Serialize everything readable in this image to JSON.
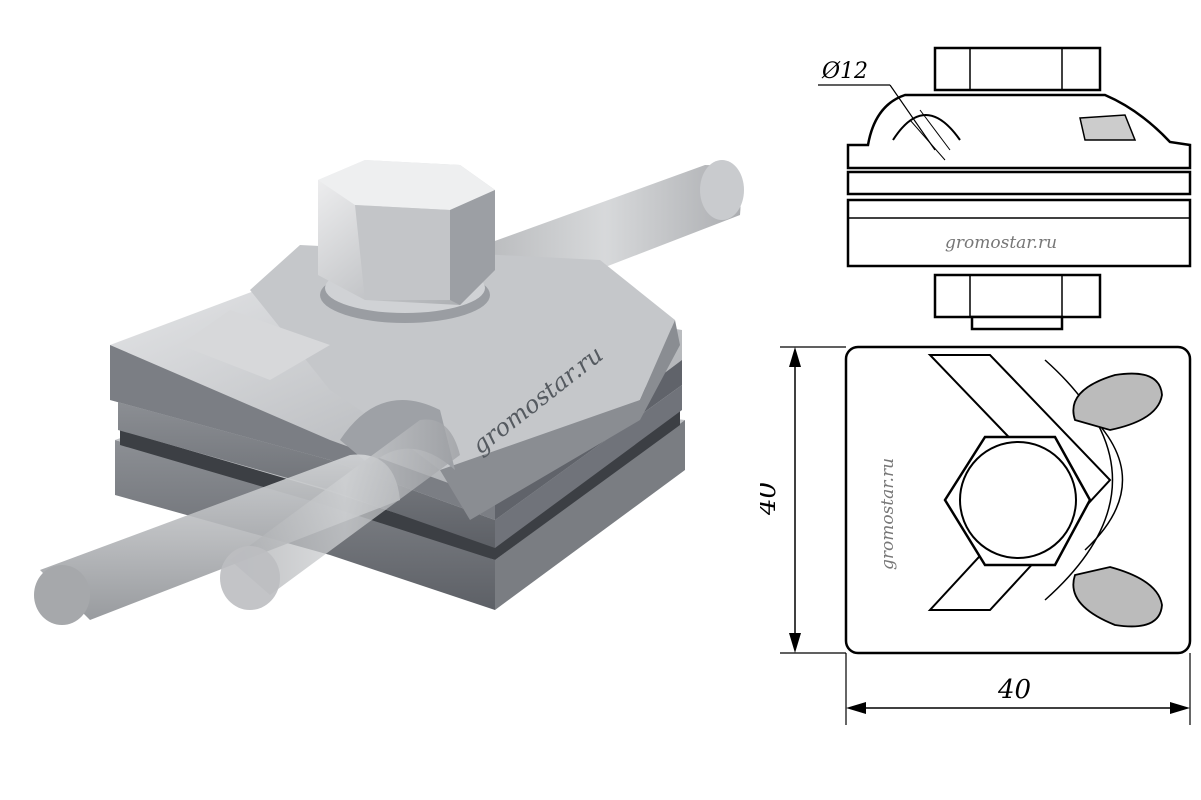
{
  "watermark": "gromostar.ru",
  "dimensions": {
    "diameter": "Ø12",
    "height": "40",
    "width": "40"
  },
  "colors": {
    "metal_light": "#d9dadc",
    "metal_mid": "#a9abaf",
    "metal_dark": "#5d6066",
    "rod": "#b8babd",
    "line": "#000000"
  }
}
